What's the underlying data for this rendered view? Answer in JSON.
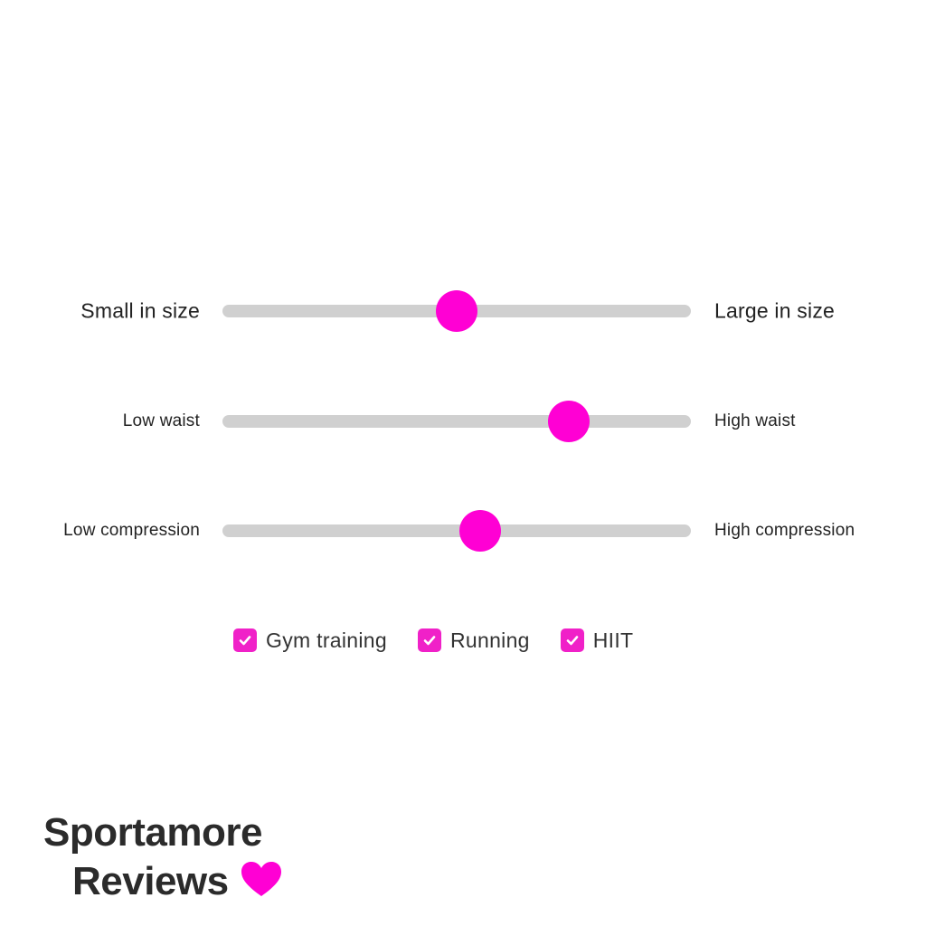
{
  "sliders": [
    {
      "left_label": "Small in size",
      "right_label": "Large in size",
      "value": 0.5
    },
    {
      "left_label": "Low waist",
      "right_label": "High waist",
      "value": 0.74
    },
    {
      "left_label": "Low compression",
      "right_label": "High compression",
      "value": 0.55
    }
  ],
  "checkboxes": [
    {
      "label": "Gym training",
      "checked": true
    },
    {
      "label": "Running",
      "checked": true
    },
    {
      "label": "HIIT",
      "checked": true
    }
  ],
  "brand": {
    "line1": "Sportamore",
    "line2": "Reviews"
  },
  "colors": {
    "accent": "#ff00d4",
    "checkbox": "#f021c8",
    "track": "#d0d0d0",
    "text": "#222222"
  },
  "icons": {
    "checkbox": "checkmark-icon",
    "brand": "heart-icon"
  }
}
